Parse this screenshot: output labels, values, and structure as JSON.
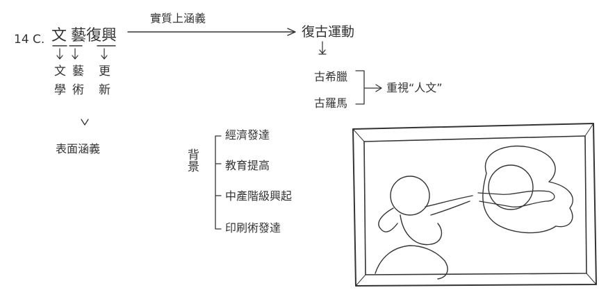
{
  "century": "14 C.",
  "title_words": [
    "文藝",
    "復興"
  ],
  "title_chars": [
    "文",
    "藝",
    "復",
    "興"
  ],
  "breakdown": [
    {
      "from": "文",
      "to": [
        "文",
        "學"
      ]
    },
    {
      "from": "藝",
      "to": [
        "藝",
        "術"
      ]
    },
    {
      "from": "興",
      "to": [
        "更",
        "新"
      ]
    }
  ],
  "surface_meaning": "表面涵義",
  "actual_meaning_label": "實質上涵義",
  "revival": "復古運動",
  "classical": [
    "古希臘",
    "古羅馬"
  ],
  "emphasis": "重視“人文”",
  "background_label": "背景",
  "background_items": [
    "經濟發達",
    "教育提高",
    "中產階級興起",
    "印刷術發達"
  ],
  "artwork": "framed-sketch-creation-of-adam"
}
